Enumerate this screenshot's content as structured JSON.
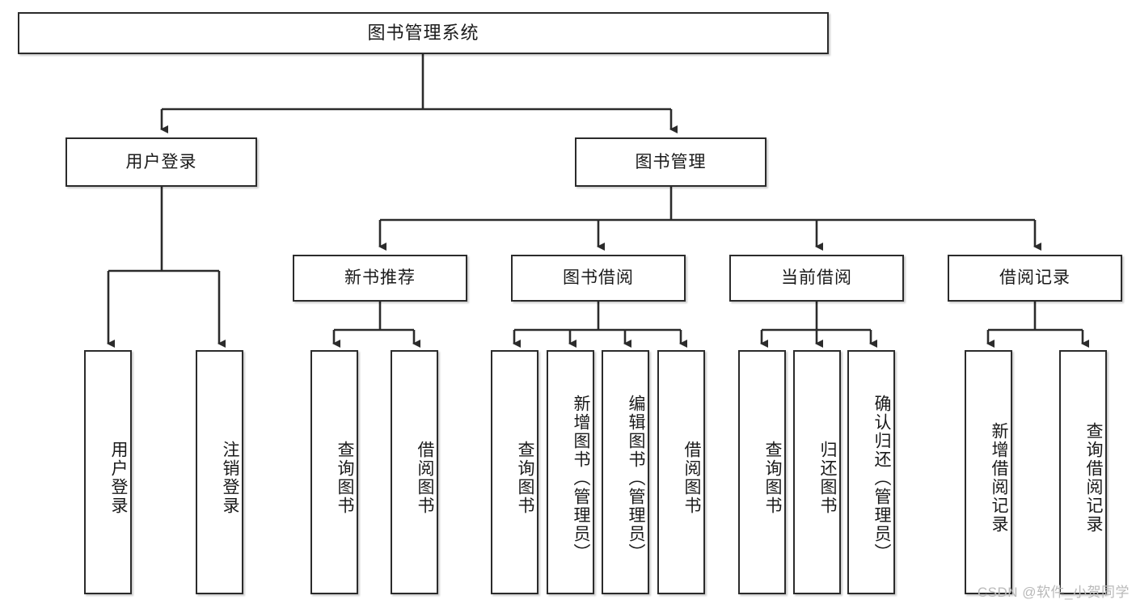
{
  "diagram": {
    "title": "图书管理系统",
    "type": "tree-hierarchy",
    "watermark": "CSDN @软件_小贺同学",
    "colors": {
      "border": "#2b2b2b",
      "fill": "#ffffff",
      "text": "#1a1a1a",
      "edge": "#2b2b2b",
      "watermark": "#b9b9b9"
    }
  },
  "nodes": {
    "root": {
      "label": "图书管理系统"
    },
    "level2": [
      {
        "label": "用户登录"
      },
      {
        "label": "图书管理"
      }
    ],
    "level3": [
      {
        "label": "新书推荐"
      },
      {
        "label": "图书借阅"
      },
      {
        "label": "当前借阅"
      },
      {
        "label": "借阅记录"
      }
    ],
    "leaves": {
      "user_login": [
        {
          "label": "用户登录"
        },
        {
          "label": "注销登录"
        }
      ],
      "new_book": [
        {
          "label": "查询图书"
        },
        {
          "label": "借阅图书"
        }
      ],
      "borrow_book": [
        {
          "label": "查询图书"
        },
        {
          "label": "新增图书（管理员）"
        },
        {
          "label": "编辑图书（管理员）"
        },
        {
          "label": "借阅图书"
        }
      ],
      "current_borrow": [
        {
          "label": "查询图书"
        },
        {
          "label": "归还图书"
        },
        {
          "label": "确认归还（管理员）"
        }
      ],
      "borrow_record": [
        {
          "label": "新增借阅记录"
        },
        {
          "label": "查询借阅记录"
        }
      ]
    }
  }
}
